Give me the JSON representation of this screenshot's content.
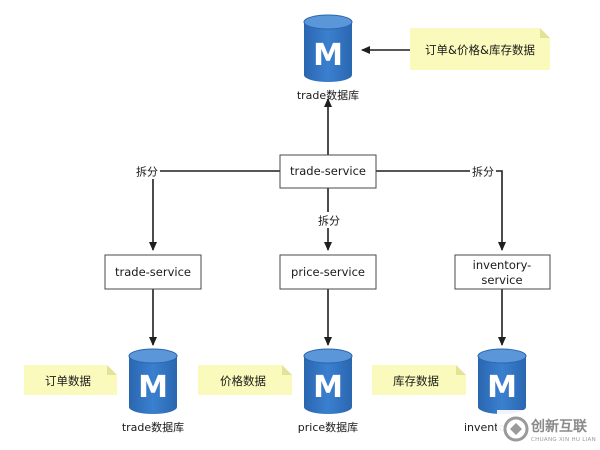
{
  "nodes": {
    "top_service": "trade-service",
    "trade_service": "trade-service",
    "price_service": "price-service",
    "inventory_service_line1": "inventory-",
    "inventory_service_line2": "service"
  },
  "databases": {
    "db_icon_letter": "M",
    "top": "trade数据库",
    "trade": "trade数据库",
    "price": "price数据库",
    "inventory_visible": "invento"
  },
  "notes": {
    "top": "订单&价格&库存数据",
    "trade": "订单数据",
    "price": "价格数据",
    "inventory": "库存数据"
  },
  "edges": {
    "split_left": "拆分",
    "split_middle": "拆分",
    "split_right": "拆分"
  },
  "watermark": {
    "text": "创新互联",
    "sub": "CHUANG XIN HU LIAN"
  },
  "colors": {
    "db_blue": "#2f73c0",
    "db_blue_dark": "#1f5a9e",
    "note_yellow": "#fafabd",
    "line": "#1f1f1f"
  }
}
